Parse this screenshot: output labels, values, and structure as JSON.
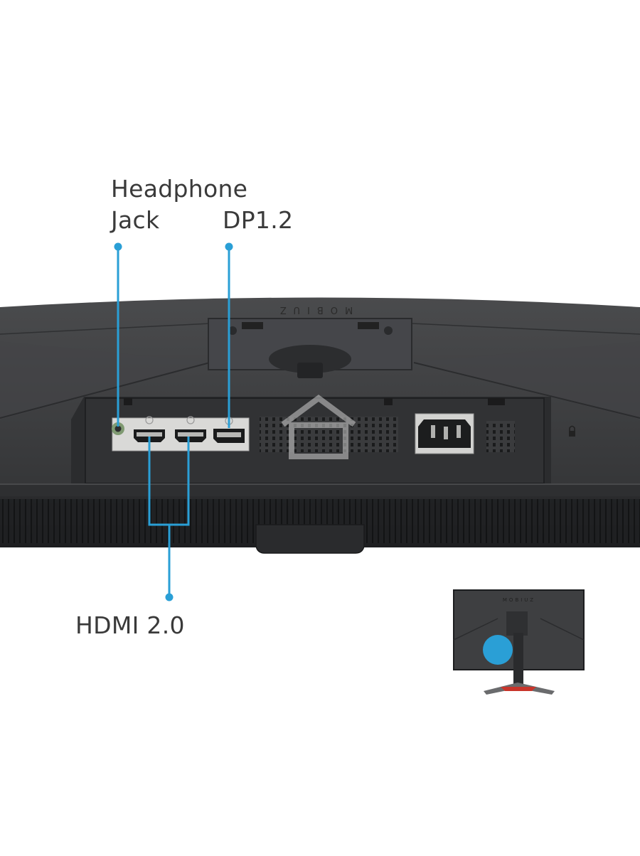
{
  "callouts": {
    "headphone": {
      "line1": "Headphone",
      "line2": "Jack"
    },
    "dp": "DP1.2",
    "hdmi": "HDMI 2.0"
  },
  "monitor_text": "MOBIUZ",
  "colors": {
    "callout_blue": "#2a9fd6",
    "monitor_body": "#3b3c3e",
    "port_panel": "#d8d8d6",
    "stand_accent": "#c8352b"
  },
  "icons": [
    "headphone-jack-icon",
    "hdmi-port-icon",
    "displayport-icon",
    "power-socket-icon",
    "lock-icon",
    "home-icon"
  ]
}
